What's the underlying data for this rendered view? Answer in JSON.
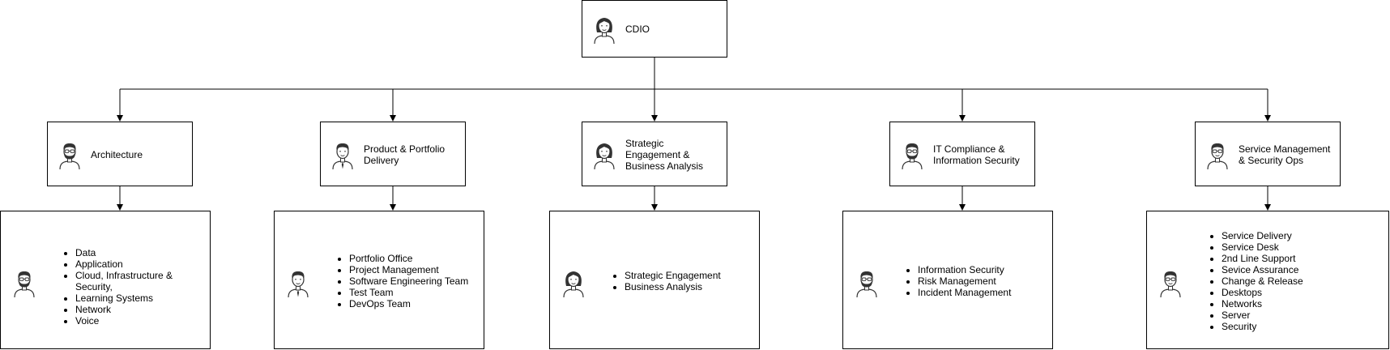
{
  "theme": {
    "line_color": "#000000",
    "box_border": "#000000",
    "background": "#ffffff",
    "avatar_stroke": "#333333",
    "avatar_hair": "#333333"
  },
  "root": {
    "label": "CDIO",
    "icon": "female-avatar-icon"
  },
  "departments": [
    {
      "id": "architecture",
      "label": "Architecture",
      "icon": "male-bearded-glasses-avatar-icon",
      "team_icon": "male-bearded-glasses-avatar-icon",
      "items": [
        "Data",
        "Application",
        "Cloud, Infrastructure & Security,",
        "Learning Systems",
        "Network",
        "Voice"
      ]
    },
    {
      "id": "product-portfolio",
      "label": "Product & Portfolio\nDelivery",
      "icon": "male-tie-avatar-icon",
      "team_icon": "male-tie-avatar-icon",
      "items": [
        "Portfolio Office",
        "Project Management",
        "Software Engineering Team",
        "Test Team",
        "DevOps Team"
      ]
    },
    {
      "id": "strategic-engagement",
      "label": "Strategic\nEngagement &\nBusiness Analysis",
      "icon": "female-avatar-icon",
      "team_icon": "female-avatar-icon",
      "items": [
        "Strategic Engagement",
        "Business Analysis"
      ]
    },
    {
      "id": "it-compliance",
      "label": "IT Compliance &\nInformation Security",
      "icon": "male-bearded-glasses-avatar-icon",
      "team_icon": "male-bearded-glasses-avatar-icon",
      "items": [
        "Information Security",
        "Risk Management",
        "Incident Management"
      ]
    },
    {
      "id": "service-management",
      "label": "Service Management\n& Security Ops",
      "icon": "male-glasses-avatar-icon",
      "team_icon": "male-glasses-avatar-icon",
      "items": [
        "Service Delivery",
        "Service Desk",
        "2nd Line Support",
        "Sevice Assurance",
        "Change & Release",
        "Desktops",
        "Networks",
        "Server",
        "Security"
      ]
    }
  ]
}
